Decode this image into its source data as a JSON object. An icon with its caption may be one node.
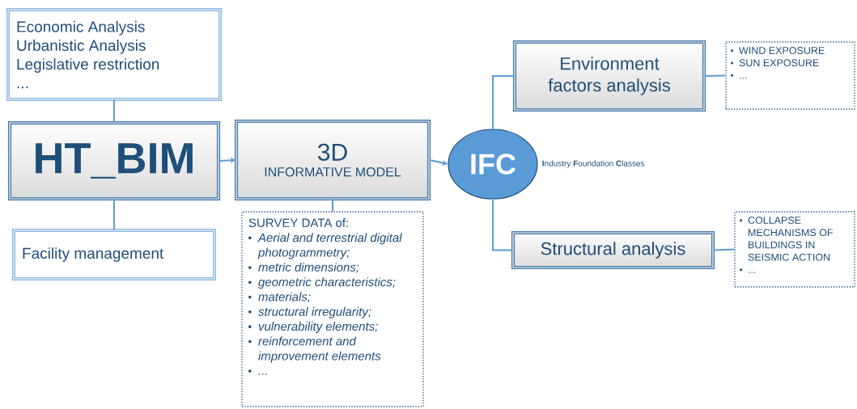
{
  "diagram": {
    "nodes": [
      {
        "text": [
          "Economic Analysis",
          "Urbanistic Analysis",
          "Legislative restriction",
          "..."
        ]
      },
      {
        "text": [
          "HT_BIM"
        ]
      },
      {
        "text": [
          "Facility management"
        ]
      },
      {
        "text": [
          "3D",
          "INFORMATIVE MODEL"
        ]
      },
      {
        "text": [
          "SURVEY DATA of:",
          "Aerial and terrestrial digital photogrammetry;",
          "metric dimensions;",
          "geometric characteristics;",
          "materials;",
          "structural irregularity;",
          "vulnerability elements;",
          "reinforcement and improvement elements",
          "..."
        ]
      },
      {
        "text": [
          "IFC"
        ],
        "beside": [
          "**I**ndustry **F**oundation **C**lasses"
        ]
      },
      {
        "text": [
          "Environment factors analysis"
        ]
      },
      {
        "text": [
          "WIND EXPOSURE",
          "SUN EXPOSURE",
          "..."
        ]
      },
      {
        "text": [
          "Structural analysis"
        ]
      },
      {
        "text": [
          "COLLAPSE MECHANISMS OF BUILDINGS IN SEISMIC ACTION",
          "..."
        ]
      }
    ],
    "edges": [
      {
        "from": 0,
        "to": 1,
        "arrow": "none"
      },
      {
        "from": 1,
        "to": 2,
        "arrow": "none"
      },
      {
        "from": 1,
        "to": 3,
        "arrow": "to"
      },
      {
        "from": 3,
        "to": 4,
        "arrow": "none"
      },
      {
        "from": 3,
        "to": 5,
        "arrow": "to"
      },
      {
        "from": 5,
        "to": 6,
        "arrow": "none"
      },
      {
        "from": 5,
        "to": 8,
        "arrow": "none"
      },
      {
        "from": 6,
        "to": 7,
        "arrow": "none"
      },
      {
        "from": 8,
        "to": 9,
        "arrow": "none"
      }
    ]
  }
}
